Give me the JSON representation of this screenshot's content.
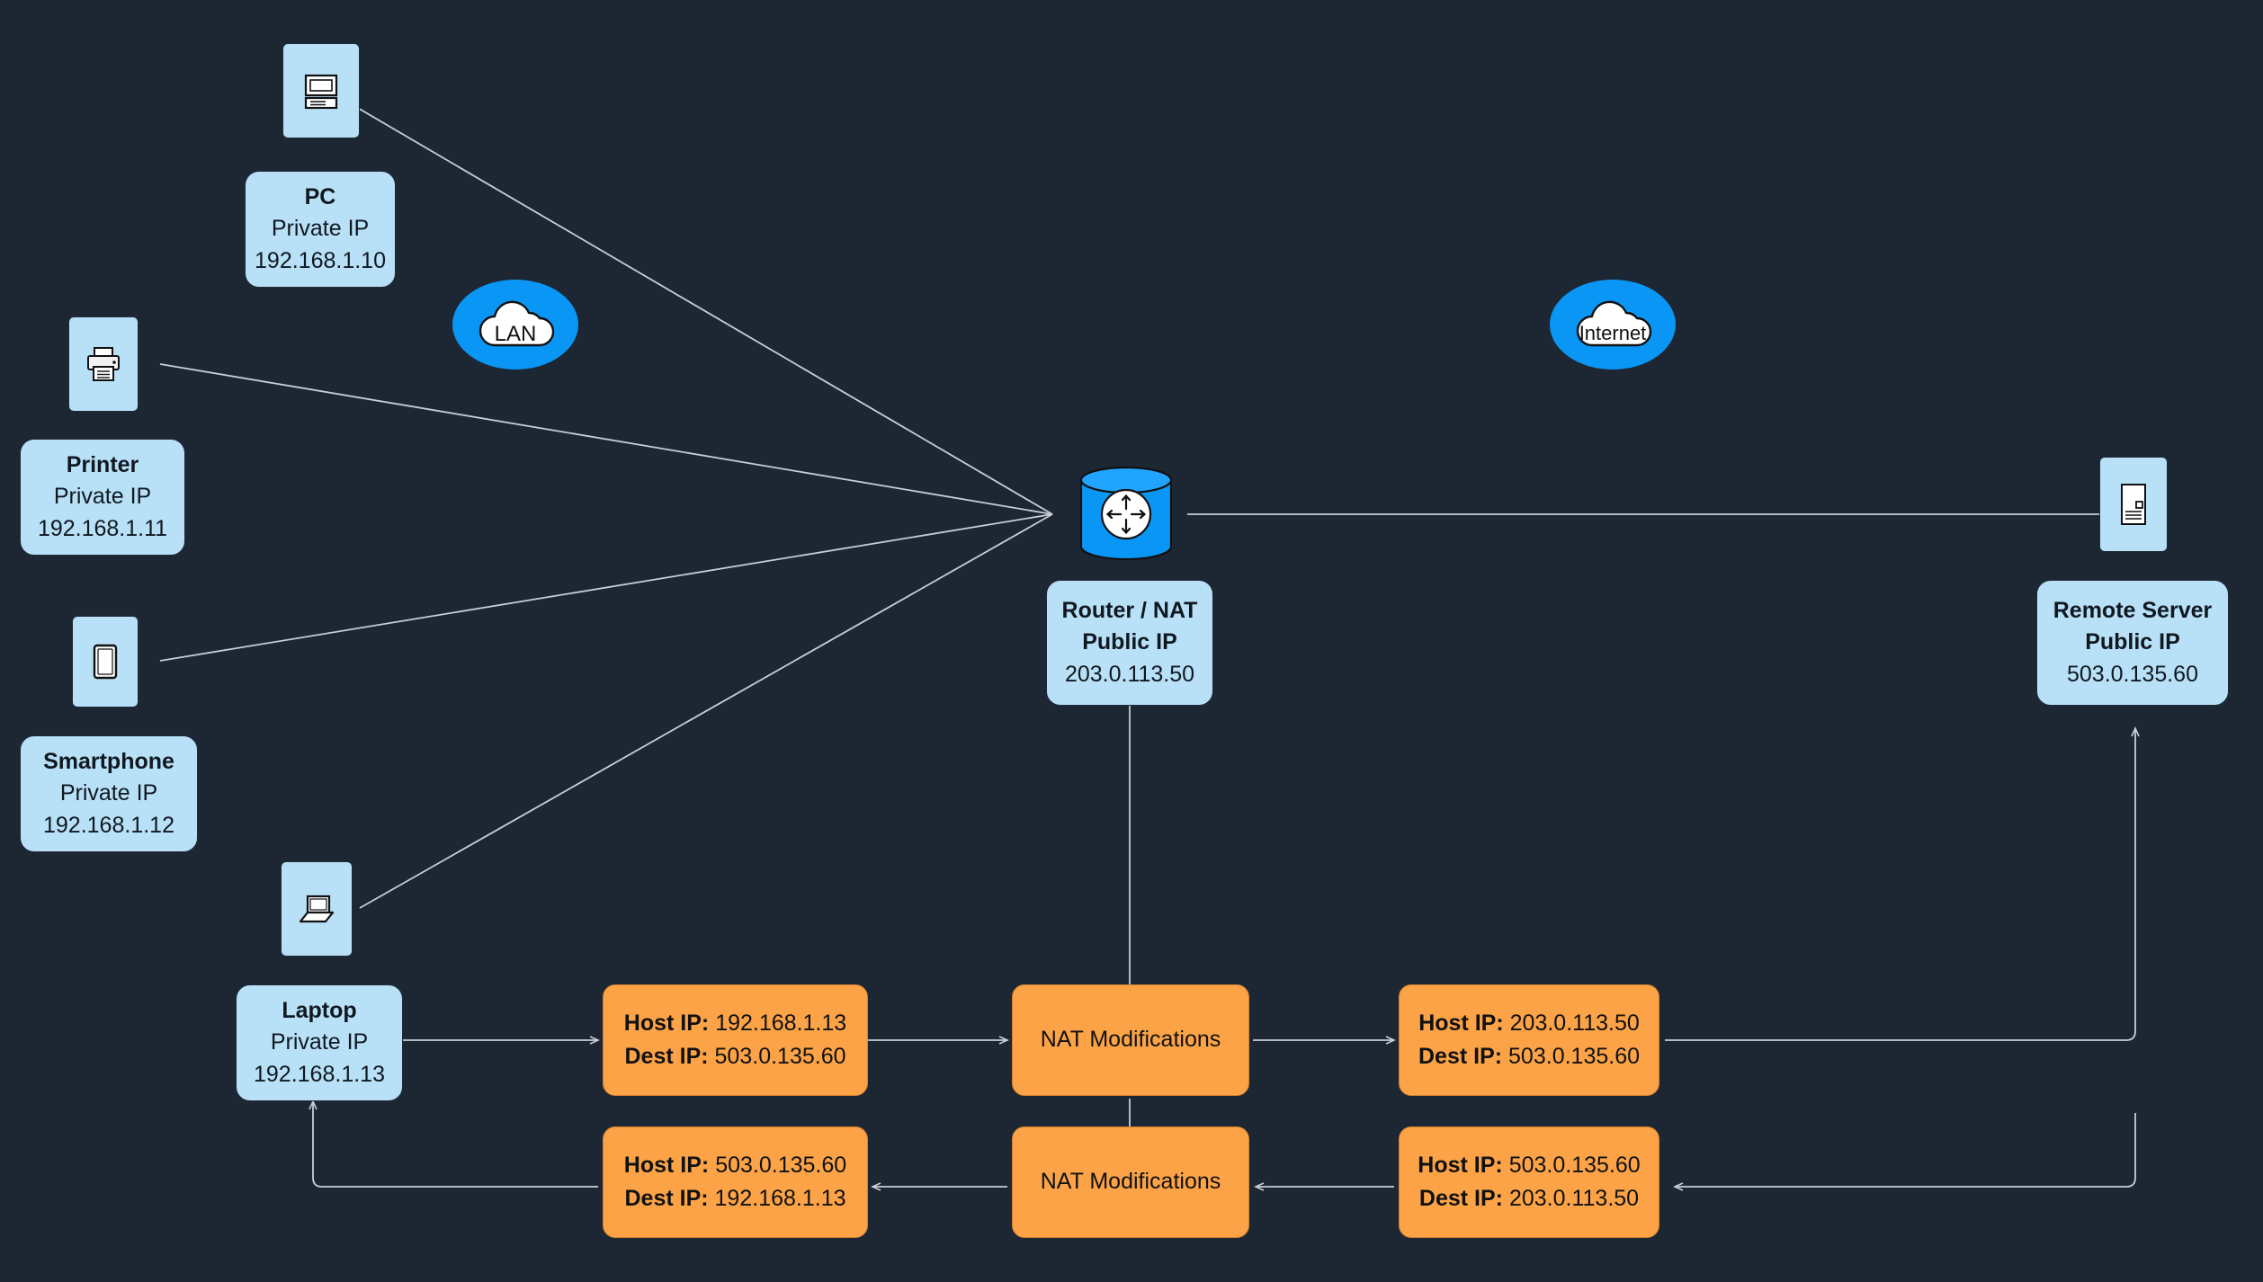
{
  "diagram": {
    "title": "NAT network diagram",
    "background_color": "#1d2633",
    "device_fill": "#b8e0f7",
    "packet_fill": "#fba346",
    "cloud_fill": "#0a96f5",
    "edge_color": "#c9ced6"
  },
  "clouds": [
    {
      "id": "lan",
      "label": "LAN"
    },
    {
      "id": "internet",
      "label": "Internet"
    }
  ],
  "devices": [
    {
      "id": "pc",
      "icon": "desktop-computer-icon",
      "title": "PC",
      "ip_label": "Private IP",
      "ip": "192.168.1.10"
    },
    {
      "id": "printer",
      "icon": "printer-icon",
      "title": "Printer",
      "ip_label": "Private IP",
      "ip": "192.168.1.11"
    },
    {
      "id": "smartphone",
      "icon": "smartphone-icon",
      "title": "Smartphone",
      "ip_label": "Private IP",
      "ip": "192.168.1.12"
    },
    {
      "id": "laptop",
      "icon": "laptop-icon",
      "title": "Laptop",
      "ip_label": "Private IP",
      "ip": "192.168.1.13"
    },
    {
      "id": "remote_server",
      "icon": "server-icon",
      "title": "Remote Server",
      "ip_label": "Public IP",
      "ip": "503.0.135.60"
    }
  ],
  "router": {
    "id": "router",
    "icon": "router-icon",
    "title": "Router / NAT",
    "ip_label": "Public IP",
    "ip": "203.0.113.50"
  },
  "packets": {
    "outbound_pre": {
      "host_label": "Host IP",
      "host_value": "192.168.1.13",
      "dest_label": "Dest IP",
      "dest_value": "503.0.135.60"
    },
    "outbound_post": {
      "host_label": "Host IP",
      "host_value": "203.0.113.50",
      "dest_label": "Dest IP",
      "dest_value": "503.0.135.60"
    },
    "inbound_pre": {
      "host_label": "Host IP",
      "host_value": "503.0.135.60",
      "dest_label": "Dest IP",
      "dest_value": "203.0.113.50"
    },
    "inbound_post": {
      "host_label": "Host IP",
      "host_value": "503.0.135.60",
      "dest_label": "Dest IP",
      "dest_value": "192.168.1.13"
    },
    "nat_outbound_label": "NAT Modifications",
    "nat_inbound_label": "NAT Modifications"
  }
}
